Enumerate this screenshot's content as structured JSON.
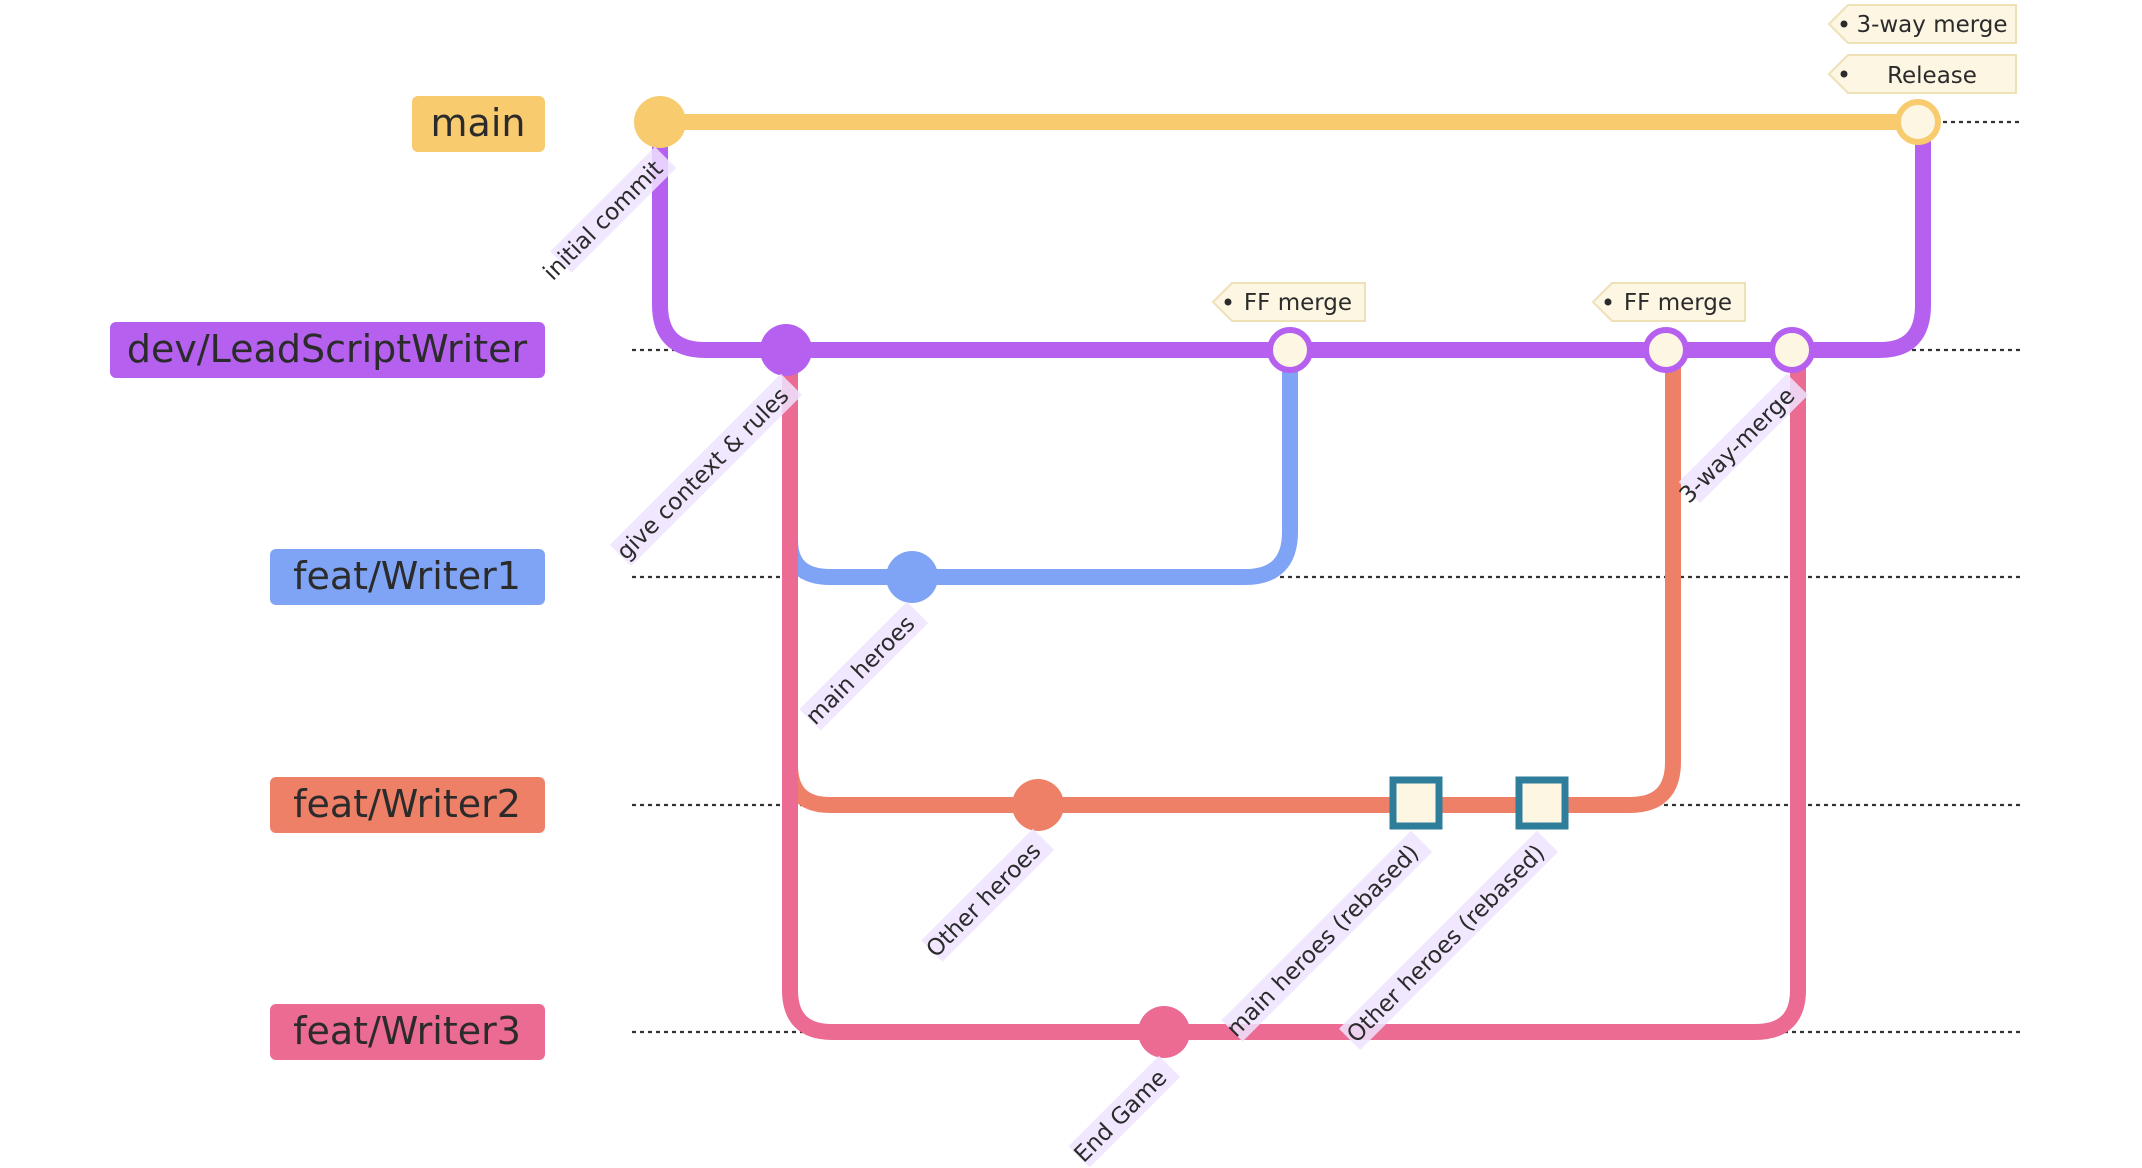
{
  "branches": [
    {
      "name": "main",
      "color": "#f7cb6e"
    },
    {
      "name": "dev/LeadScriptWriter",
      "color": "#b660f0"
    },
    {
      "name": "feat/Writer1",
      "color": "#80a4f5"
    },
    {
      "name": "feat/Writer2",
      "color": "#ee8068"
    },
    {
      "name": "feat/Writer3",
      "color": "#ec6b93"
    }
  ],
  "commits": [
    {
      "label": "initial commit",
      "branch": "main"
    },
    {
      "label": "give context & rules",
      "branch": "dev/LeadScriptWriter"
    },
    {
      "label": "main heroes",
      "branch": "feat/Writer1"
    },
    {
      "label": "Other heroes",
      "branch": "feat/Writer2"
    },
    {
      "label": "End Game",
      "branch": "feat/Writer3"
    },
    {
      "label": "main heroes (rebased)",
      "branch": "feat/Writer2",
      "type": "cherry-pick"
    },
    {
      "label": "Other heroes (rebased)",
      "branch": "feat/Writer2",
      "type": "cherry-pick"
    },
    {
      "label": "3-way-merge",
      "branch": "dev/LeadScriptWriter",
      "type": "merge"
    }
  ],
  "tags": [
    "FF merge",
    "FF merge",
    "3-way merge",
    "Release"
  ],
  "colors": {
    "merge_fill": "#fdf6e3",
    "square_stroke": "#2e7d9a",
    "tag_fill": "#fdf6e3",
    "tag_stroke": "#eee1b8",
    "commit_label_bg": "#efe3ff"
  }
}
